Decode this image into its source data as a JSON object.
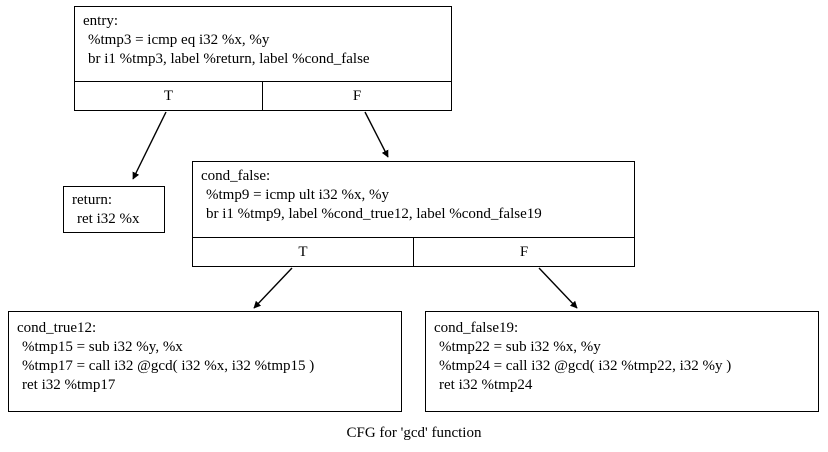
{
  "graph": {
    "caption": "CFG for 'gcd' function",
    "colors": {
      "border": "#000000",
      "background": "#ffffff",
      "text": "#000000",
      "edge": "#000000"
    }
  },
  "nodes": {
    "entry": {
      "id": "entry",
      "lines": [
        "entry:",
        "%tmp3 = icmp eq i32 %x, %y",
        "br i1 %tmp3, label %return, label %cond_false"
      ],
      "ports": {
        "true_label": "T",
        "false_label": "F"
      }
    },
    "return": {
      "id": "return",
      "lines": [
        "return:",
        "ret i32 %x"
      ]
    },
    "cond_false": {
      "id": "cond_false",
      "lines": [
        "cond_false:",
        "%tmp9 = icmp ult i32 %x, %y",
        "br i1 %tmp9, label %cond_true12, label %cond_false19"
      ],
      "ports": {
        "true_label": "T",
        "false_label": "F"
      }
    },
    "cond_true12": {
      "id": "cond_true12",
      "lines": [
        "cond_true12:",
        "%tmp15 = sub i32 %y, %x",
        "%tmp17 = call i32 @gcd( i32 %x, i32 %tmp15 )",
        "ret i32 %tmp17"
      ]
    },
    "cond_false19": {
      "id": "cond_false19",
      "lines": [
        "cond_false19:",
        "%tmp22 = sub i32 %x, %y",
        "%tmp24 = call i32 @gcd( i32 %tmp22, i32 %y )",
        "ret i32 %tmp24"
      ]
    }
  },
  "edges": [
    {
      "id": "entry-true-to-return",
      "from": "entry:T",
      "to": "return"
    },
    {
      "id": "entry-false-to-cond-false",
      "from": "entry:F",
      "to": "cond_false"
    },
    {
      "id": "cond-false-true-to-cond-true12",
      "from": "cond_false:T",
      "to": "cond_true12"
    },
    {
      "id": "cond-false-false-to-cond-false19",
      "from": "cond_false:F",
      "to": "cond_false19"
    }
  ]
}
